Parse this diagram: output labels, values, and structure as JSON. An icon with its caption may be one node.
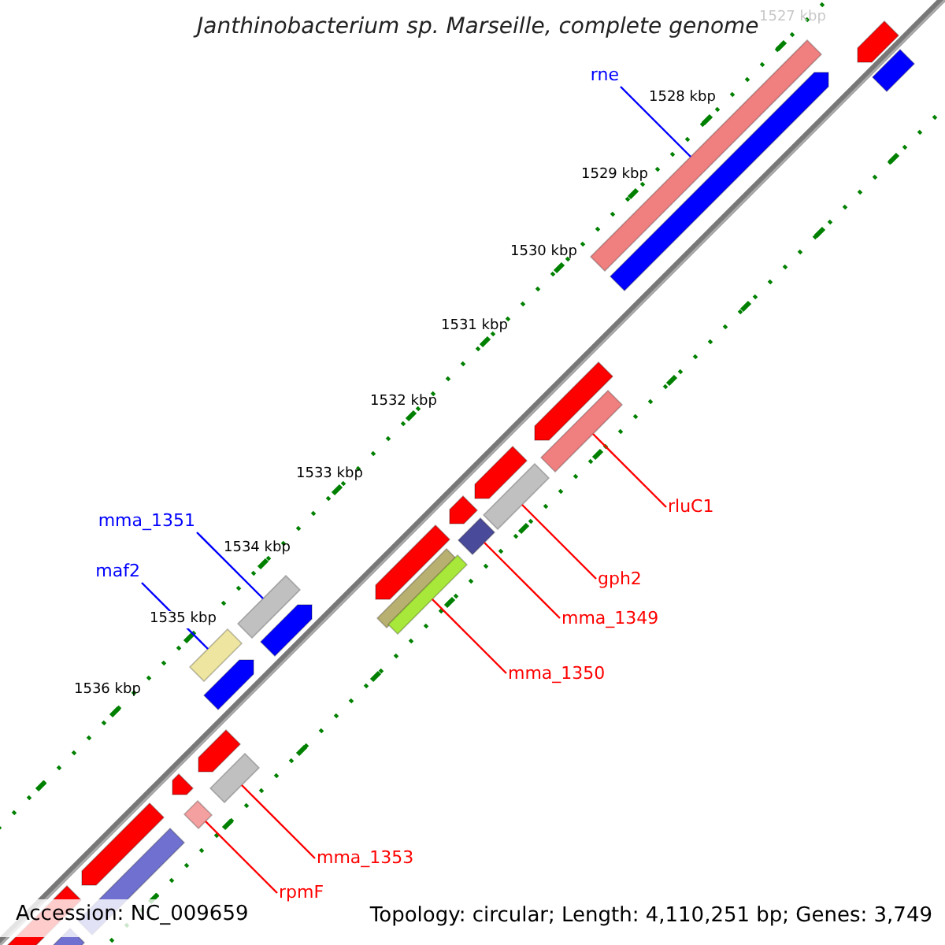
{
  "diagram": {
    "title": "Janthinobacterium sp. Marseille, complete genome",
    "nodes": [
      {
        "text": [
          "rne"
        ]
      },
      {
        "text": [
          "rluC1"
        ]
      },
      {
        "text": [
          "mma_1351"
        ]
      },
      {
        "text": [
          "gph2"
        ]
      },
      {
        "text": [
          "maf2"
        ]
      },
      {
        "text": [
          "mma_1349"
        ]
      },
      {
        "text": [
          "mma_1350"
        ]
      },
      {
        "text": [
          "mma_1353"
        ]
      },
      {
        "text": [
          "rpmF"
        ]
      },
      {
        "text": [],
        "shape": "bar"
      },
      {
        "text": [],
        "shape": "bar"
      },
      {
        "text": [],
        "shape": "bar"
      },
      {
        "text": [],
        "shape": "bar"
      },
      {
        "text": [],
        "shape": "bar"
      },
      {
        "text": [],
        "shape": "bar"
      },
      {
        "text": [],
        "shape": "bar"
      },
      {
        "text": [],
        "shape": "bar"
      },
      {
        "text": [],
        "shape": "bar"
      }
    ],
    "edges": [
      {
        "from": 0,
        "to": 9,
        "arrow": "none",
        "color": "#0000ff"
      },
      {
        "from": 1,
        "to": 10,
        "arrow": "none"
      },
      {
        "from": 2,
        "to": 11,
        "arrow": "none",
        "color": "#0000ff"
      },
      {
        "from": 3,
        "to": 12,
        "arrow": "none"
      },
      {
        "from": 4,
        "to": 13,
        "arrow": "none",
        "color": "#0000ff"
      },
      {
        "from": 5,
        "to": 14,
        "arrow": "none"
      },
      {
        "from": 6,
        "to": 15,
        "arrow": "none"
      },
      {
        "from": 7,
        "to": 16,
        "arrow": "none"
      },
      {
        "from": 8,
        "to": 17,
        "arrow": "none"
      }
    ],
    "labels": [
      "1527 kbp",
      "1528 kbp",
      "1529 kbp",
      "1530 kbp",
      "1531 kbp",
      "1532 kbp",
      "1533 kbp",
      "1534 kbp",
      "1535 kbp",
      "1536 kbp",
      "Accession: NC_009659",
      "Topology: circular; Length: 4,110,251 bp; Genes: 3,749"
    ]
  }
}
